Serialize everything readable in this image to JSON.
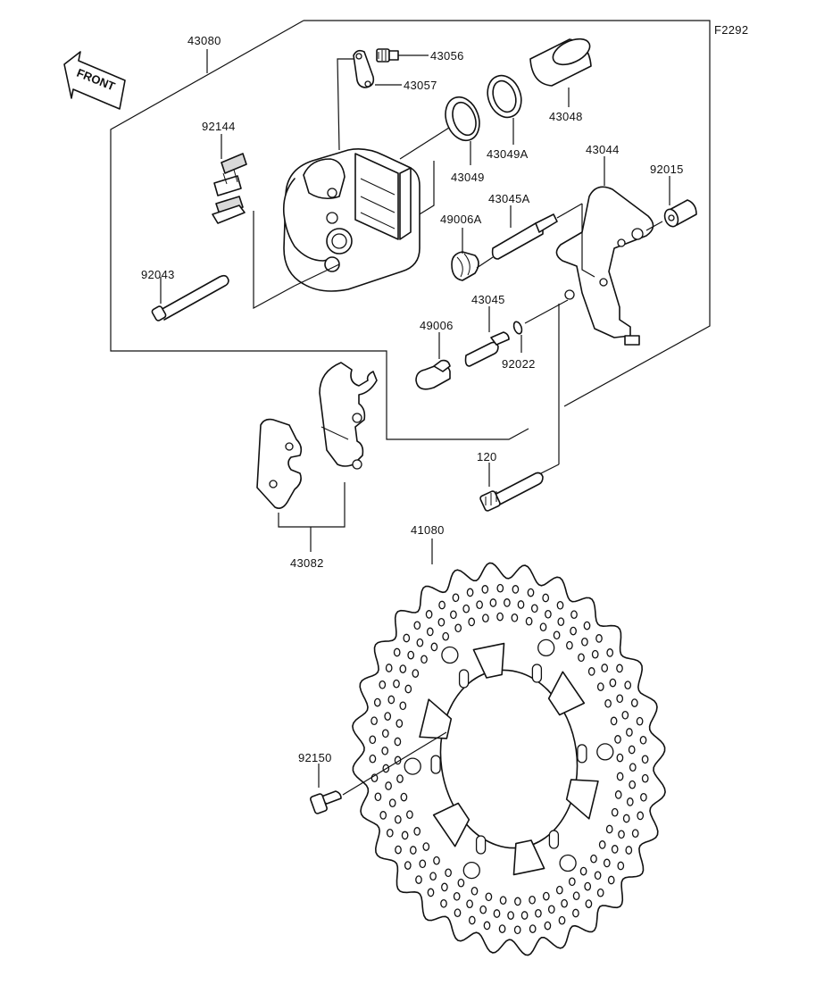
{
  "diagram": {
    "figure_code": "F2292",
    "front_label": "FRONT",
    "parts": [
      "43080",
      "43056",
      "43057",
      "43048",
      "92144",
      "43049A",
      "43049",
      "43044",
      "92015",
      "43045A",
      "49006A",
      "92043",
      "43045",
      "49006",
      "92022",
      "120",
      "43082",
      "41080",
      "92150"
    ]
  }
}
